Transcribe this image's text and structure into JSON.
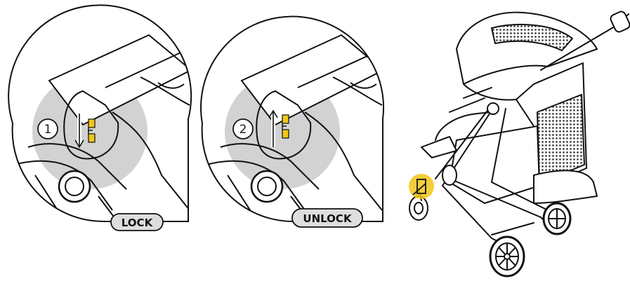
{
  "panels": {
    "lock": {
      "step": "1",
      "label": "LOCK"
    },
    "unlock": {
      "step": "2",
      "label": "UNLOCK"
    }
  },
  "colors": {
    "highlight": "#f2c617",
    "zoom_bg": "#d2d2d2",
    "line": "#111111",
    "badge_bg": "#dedede",
    "mesh": "#555555"
  },
  "icons": [
    "down-arrow-icon",
    "up-arrow-icon",
    "latch-icon",
    "stroller-illustration"
  ]
}
